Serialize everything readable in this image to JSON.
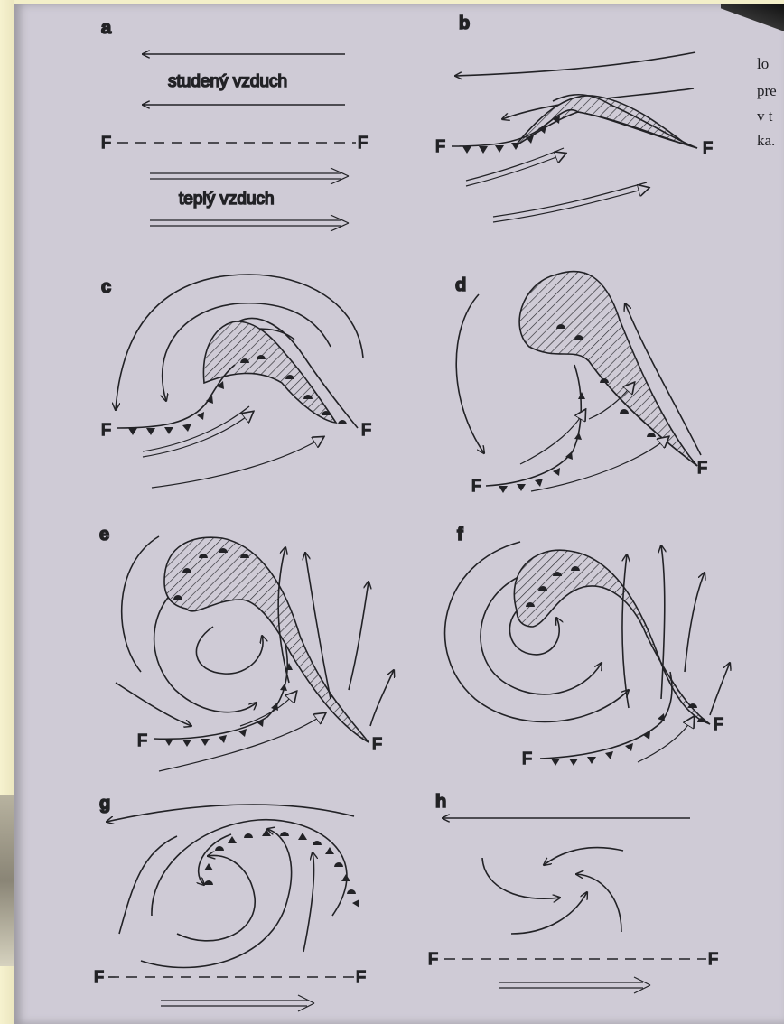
{
  "panels": {
    "a": {
      "label": "a",
      "cold_air": "studený vzduch",
      "warm_air": "teplý vzduch",
      "front_left": "F",
      "front_right": "F"
    },
    "b": {
      "label": "b",
      "front_left": "F",
      "front_right": "F"
    },
    "c": {
      "label": "c",
      "front_left": "F",
      "front_right": "F"
    },
    "d": {
      "label": "d",
      "front_left": "F",
      "front_right": "F"
    },
    "e": {
      "label": "e",
      "front_left": "F",
      "front_right": "F"
    },
    "f": {
      "label": "f",
      "front_left": "F",
      "front_right": "F"
    },
    "g": {
      "label": "g",
      "front_left": "F",
      "front_right": "F"
    },
    "h": {
      "label": "h",
      "front_left": "F",
      "front_right": "F"
    }
  },
  "side_text": [
    "lo",
    "pre",
    "v t",
    "ka."
  ],
  "colors": {
    "page": "#cfcbd6",
    "ink": "#222226",
    "background": "#f3efc9"
  }
}
